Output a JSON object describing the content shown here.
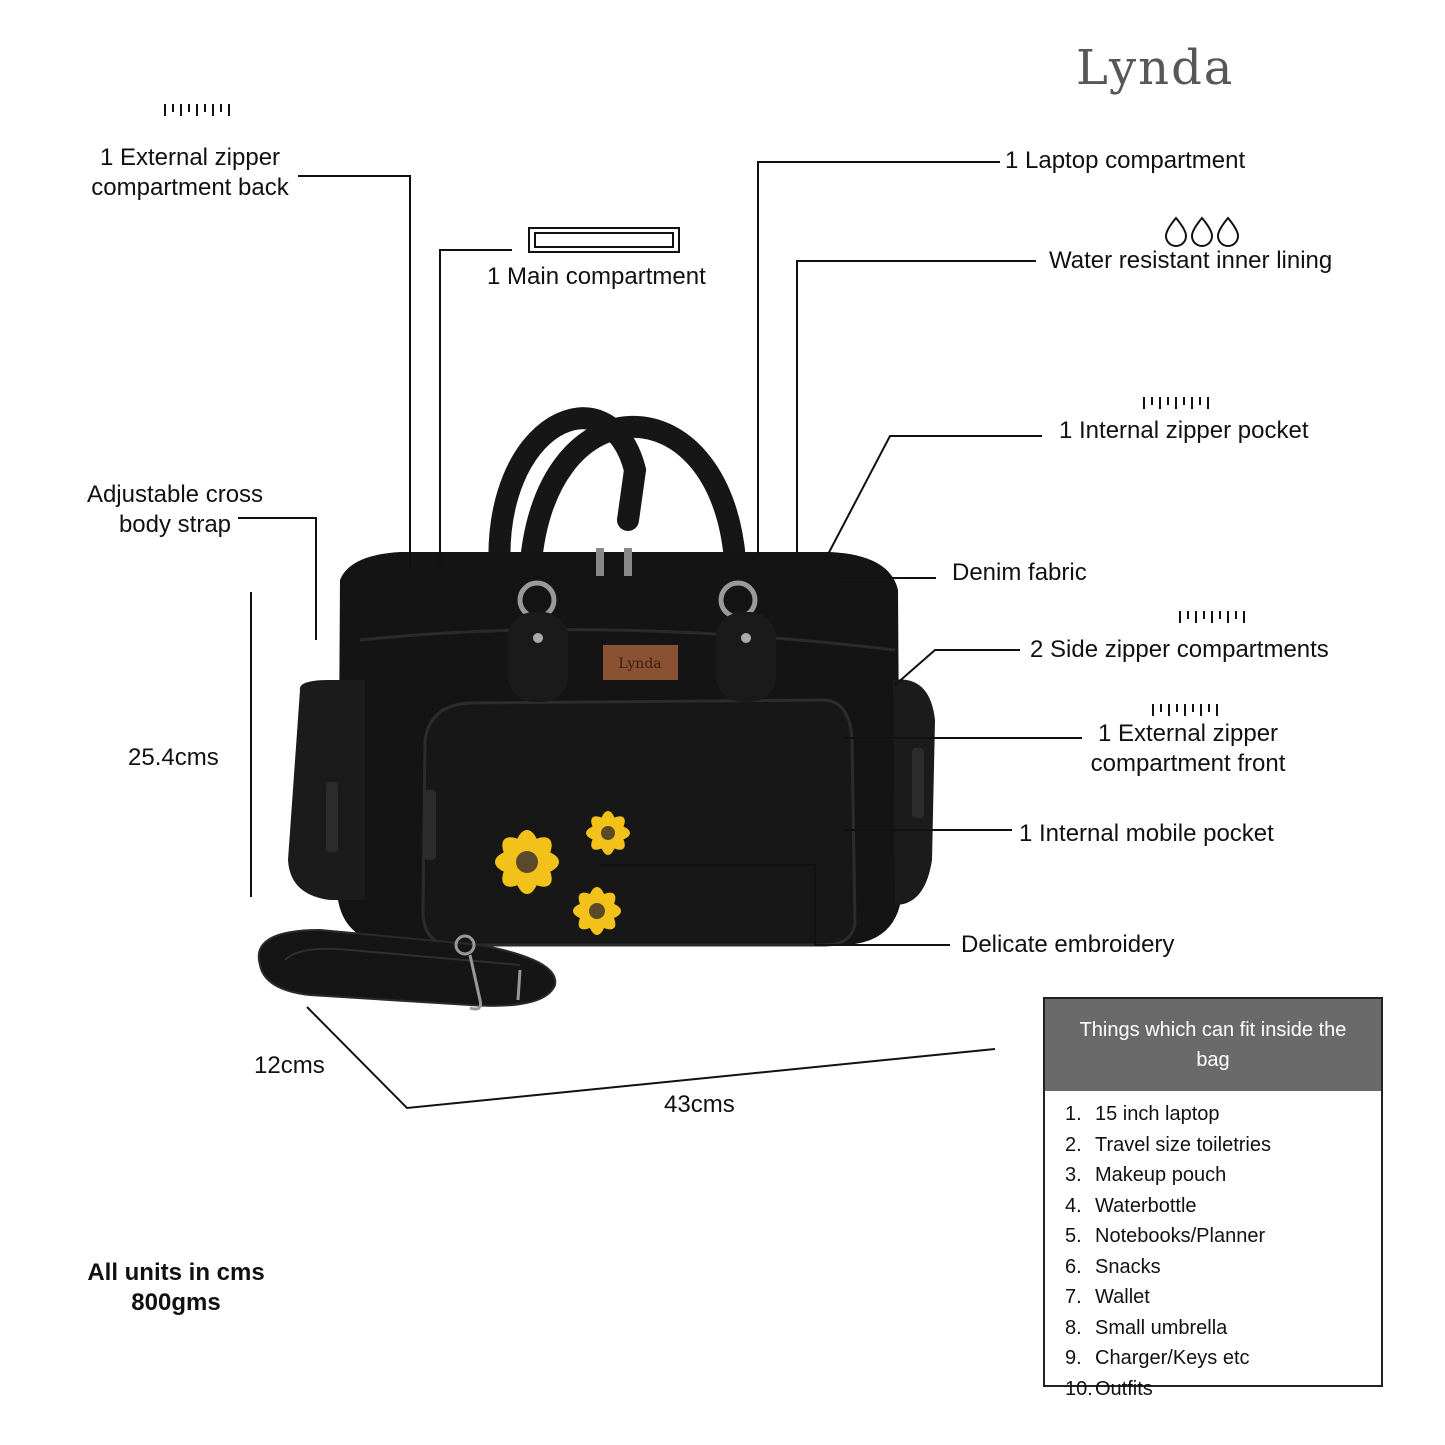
{
  "brand": "Lynda",
  "features": {
    "ext_zip_back": "1 External zipper compartment back",
    "ext_zip_back_l1": "1 External zipper",
    "ext_zip_back_l2": "compartment back",
    "main_compartment": "1 Main compartment",
    "laptop_compartment": "1 Laptop compartment",
    "water_resistant": "Water resistant inner lining",
    "internal_zipper": "1 Internal zipper pocket",
    "cross_strap_l1": "Adjustable cross",
    "cross_strap_l2": "body strap",
    "denim": "Denim fabric",
    "side_zipper": "2 Side zipper compartments",
    "ext_zip_front_l1": "1 External zipper",
    "ext_zip_front_l2": "compartment front",
    "mobile_pocket": "1 Internal mobile pocket",
    "embroidery": "Delicate embroidery"
  },
  "dimensions": {
    "height": "25.4cms",
    "depth": "12cms",
    "width": "43cms"
  },
  "footer": {
    "units": "All units in cms",
    "weight": "800gms"
  },
  "patch_text": "Lynda",
  "fit_box": {
    "title": "Things which can fit inside the bag",
    "items": [
      {
        "num": "1.",
        "text": "15 inch laptop"
      },
      {
        "num": "2.",
        "text": "Travel size toiletries"
      },
      {
        "num": "3.",
        "text": "Makeup pouch"
      },
      {
        "num": "4.",
        "text": "Waterbottle"
      },
      {
        "num": "5.",
        "text": "Notebooks/Planner"
      },
      {
        "num": "6.",
        "text": "Snacks"
      },
      {
        "num": "7.",
        "text": "Wallet"
      },
      {
        "num": "8.",
        "text": "Small umbrella"
      },
      {
        "num": "9.",
        "text": "Charger/Keys etc"
      },
      {
        "num": "10.",
        "text": "Outfits"
      }
    ]
  },
  "colors": {
    "bag": "#141414",
    "flower": "#f2c11a",
    "flower_center": "#5a4a2a",
    "patch": "#8a5132",
    "box_header": "#6a6a6a"
  }
}
